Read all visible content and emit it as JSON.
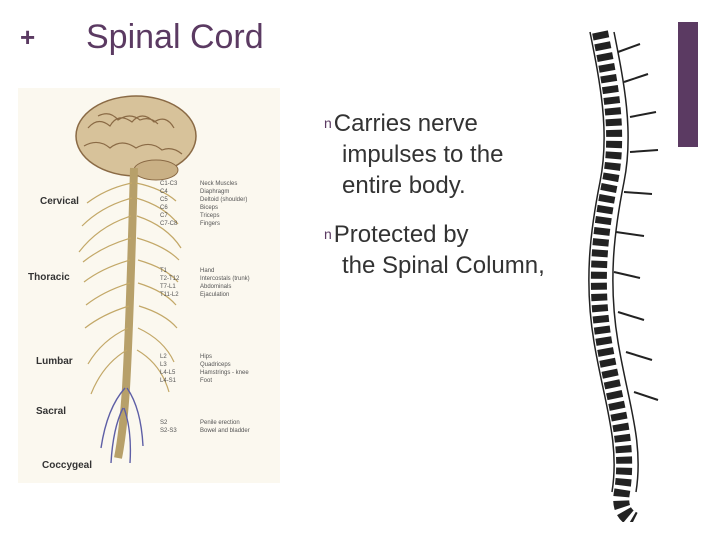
{
  "slide": {
    "plus_symbol": "+",
    "title": "Spinal Cord",
    "accent_color": "#5b3a62"
  },
  "bullets": [
    {
      "marker": "n",
      "first_line": "Carries nerve",
      "rest": "impulses to the entire body."
    },
    {
      "marker": "n",
      "first_line": "Protected by",
      "rest": "the Spinal Column,"
    }
  ],
  "nerve_figure": {
    "region_labels": [
      "Cervical",
      "Thoracic",
      "Lumbar",
      "Sacral",
      "Coccygeal"
    ],
    "segment_groups": [
      {
        "segments": [
          "C1-C3",
          "C4",
          "C5",
          "C6",
          "C7",
          "C7-C8"
        ],
        "functions": [
          "Neck Muscles",
          "Diaphragm",
          "Deltoid (shoulder)",
          "Biceps",
          "Triceps",
          "Fingers"
        ]
      },
      {
        "segments": [
          "T1",
          "T2-T12",
          "T7-L1",
          "T11-L2"
        ],
        "functions": [
          "Hand",
          "Intercostals (trunk)",
          "Abdominals",
          "Ejaculation"
        ]
      },
      {
        "segments": [
          "L2",
          "L3",
          "L4-L5",
          "L4-S1"
        ],
        "functions": [
          "Hips",
          "Quadriceps",
          "Hamstrings - knee",
          "Foot"
        ]
      },
      {
        "segments": [
          "S2",
          "S2-S3"
        ],
        "functions": [
          "Penile erection",
          "Bowel and bladder"
        ]
      }
    ]
  }
}
